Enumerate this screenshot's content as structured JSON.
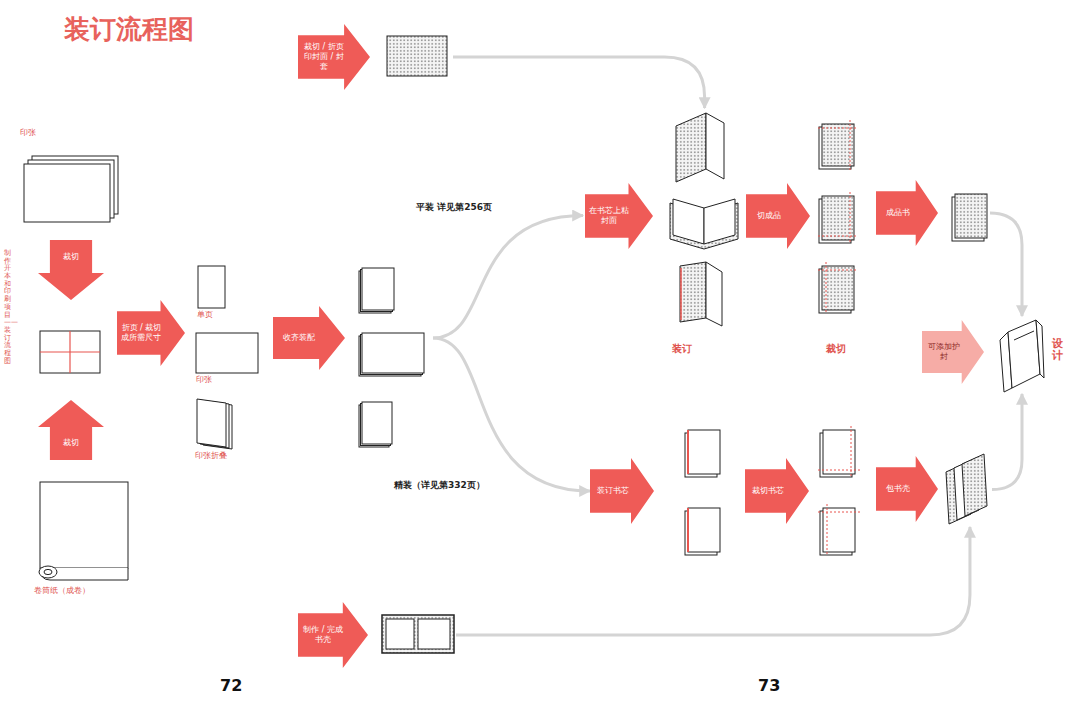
{
  "diagram": {
    "title": "装订流程图",
    "nodes": [
      {
        "text": [
          "印张"
        ]
      },
      {
        "text": [
          "裁切"
        ]
      },
      {
        "text": [
          "裁切"
        ]
      },
      {
        "text": [
          "卷筒纸（成卷）"
        ]
      },
      {
        "text": [
          "折页 / 裁切成所需尺寸"
        ]
      },
      {
        "text": [
          "单页"
        ]
      },
      {
        "text": [
          "印张"
        ]
      },
      {
        "text": [
          "印张折叠"
        ]
      },
      {
        "text": [
          "收齐装配"
        ]
      },
      {
        "text": [
          "裁切 / 折页 印封面 / 封套"
        ]
      },
      {
        "text": [
          "在书芯上粘封面"
        ]
      },
      {
        "text": [
          "切成品"
        ]
      },
      {
        "text": [
          "成品书"
        ]
      },
      {
        "text": [
          "可添加护封"
        ]
      },
      {
        "text": [
          "设计"
        ]
      },
      {
        "text": [
          "装订书芯"
        ]
      },
      {
        "text": [
          "裁切书芯"
        ]
      },
      {
        "text": [
          "包书壳"
        ]
      },
      {
        "text": [
          "制作 / 完成 书壳"
        ]
      }
    ],
    "edges": [
      {
        "from": 9,
        "to": 10,
        "arrow": "to"
      },
      {
        "from": 8,
        "to": 10,
        "label": "平装 详见第256页",
        "arrow": "to"
      },
      {
        "from": 8,
        "to": 15,
        "label": "精装（详见第332页）",
        "arrow": "to"
      },
      {
        "from": 12,
        "to": 14,
        "arrow": "to"
      },
      {
        "from": 17,
        "to": 14,
        "arrow": "to"
      },
      {
        "from": 18,
        "to": 17,
        "arrow": "to"
      }
    ],
    "labels": [
      "制作开本和印刷项目——装订流程图",
      "装订",
      "裁切",
      "72",
      "73"
    ]
  }
}
